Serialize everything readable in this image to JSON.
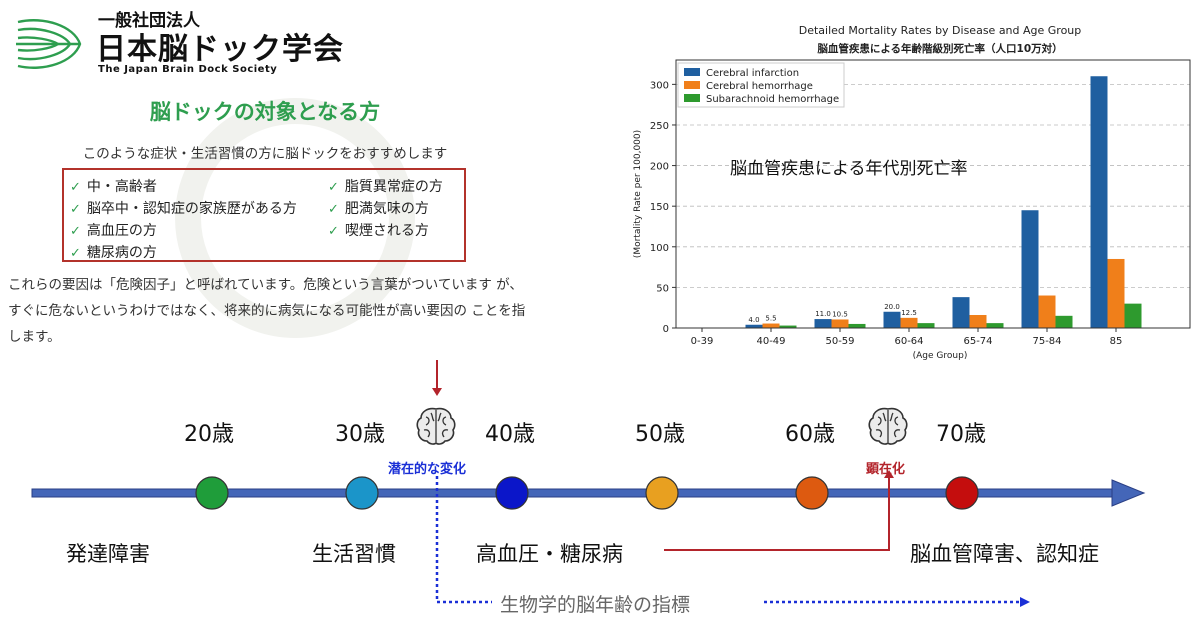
{
  "org": {
    "prefix": "一般社団法人",
    "name": "日本脳ドック学会",
    "english": "The Japan Brain Dock Society"
  },
  "target_section": {
    "title": "脳ドックの対象となる方",
    "subtitle": "このような症状・生活習慣の方に脳ドックをおすすめします",
    "check_icon": "check-icon",
    "items_left": [
      "中・高齢者",
      "脳卒中・認知症の家族歴がある方",
      "高血圧の方",
      "糖尿病の方"
    ],
    "items_right": [
      "脂質異常症の方",
      "肥満気味の方",
      "喫煙される方"
    ],
    "risk_text": "これらの要因は「危険因子」と呼ばれています。危険という言葉がついています が、すぐに危ないというわけではなく、将来的に病気になる可能性が高い要因の ことを指します。"
  },
  "chart_data": {
    "type": "bar",
    "title": "Detailed Mortality Rates by Disease and Age Group",
    "subtitle": "脳血管疾患による年齢階級別死亡率（人口10万対）",
    "annotation": "脳血管疾患による年代別死亡率",
    "xlabel": "(Age Group)",
    "ylabel": "(Mortality Rate per 100,000)",
    "ylim": [
      0,
      330
    ],
    "yticks": [
      0,
      50,
      100,
      150,
      200,
      250,
      300
    ],
    "grid": "horizontal dashed",
    "legend_position": "top-left",
    "categories": [
      "0-39",
      "40-49",
      "50-59",
      "60-64",
      "65-74",
      "75-84",
      "85"
    ],
    "series": [
      {
        "name": "Cerebral infarction",
        "color": "#1f5fa0",
        "values": [
          0.5,
          4.0,
          11.0,
          20.0,
          38,
          145,
          310
        ]
      },
      {
        "name": "Cerebral hemorrhage",
        "color": "#f07f1a",
        "values": [
          0.5,
          5.5,
          10.5,
          12.5,
          16,
          40,
          85
        ]
      },
      {
        "name": "Subarachnoid hemorrhage",
        "color": "#2e9a2e",
        "values": [
          0.3,
          3,
          5,
          6,
          6,
          15,
          30
        ]
      }
    ],
    "data_labels": [
      {
        "category": "40-49",
        "texts": [
          "4.0",
          "5.5"
        ]
      },
      {
        "category": "50-59",
        "texts": [
          "11.0",
          "10.5"
        ]
      },
      {
        "category": "60-64",
        "texts": [
          "20.0",
          "12.5"
        ]
      }
    ]
  },
  "timeline": {
    "ages": [
      "20歳",
      "30歳",
      "40歳",
      "50歳",
      "60歳",
      "70歳"
    ],
    "brain_icon": "brain-icon",
    "latent_label": "潜在的な変化",
    "manifest_label": "顕在化",
    "node_colors": [
      "#1f9d3a",
      "#1b95c9",
      "#0b16c9",
      "#e8a020",
      "#dd5a10",
      "#c40d0d"
    ],
    "stages": [
      "発達障害",
      "生活習慣",
      "高血圧・糖尿病",
      "脳血管障害、認知症"
    ],
    "biomarker_label": "生物学的脳年齢の指標",
    "colors": {
      "arrow": "#4466b8",
      "red": "#b3242b",
      "blue_dotted": "#1a2fd6"
    }
  }
}
